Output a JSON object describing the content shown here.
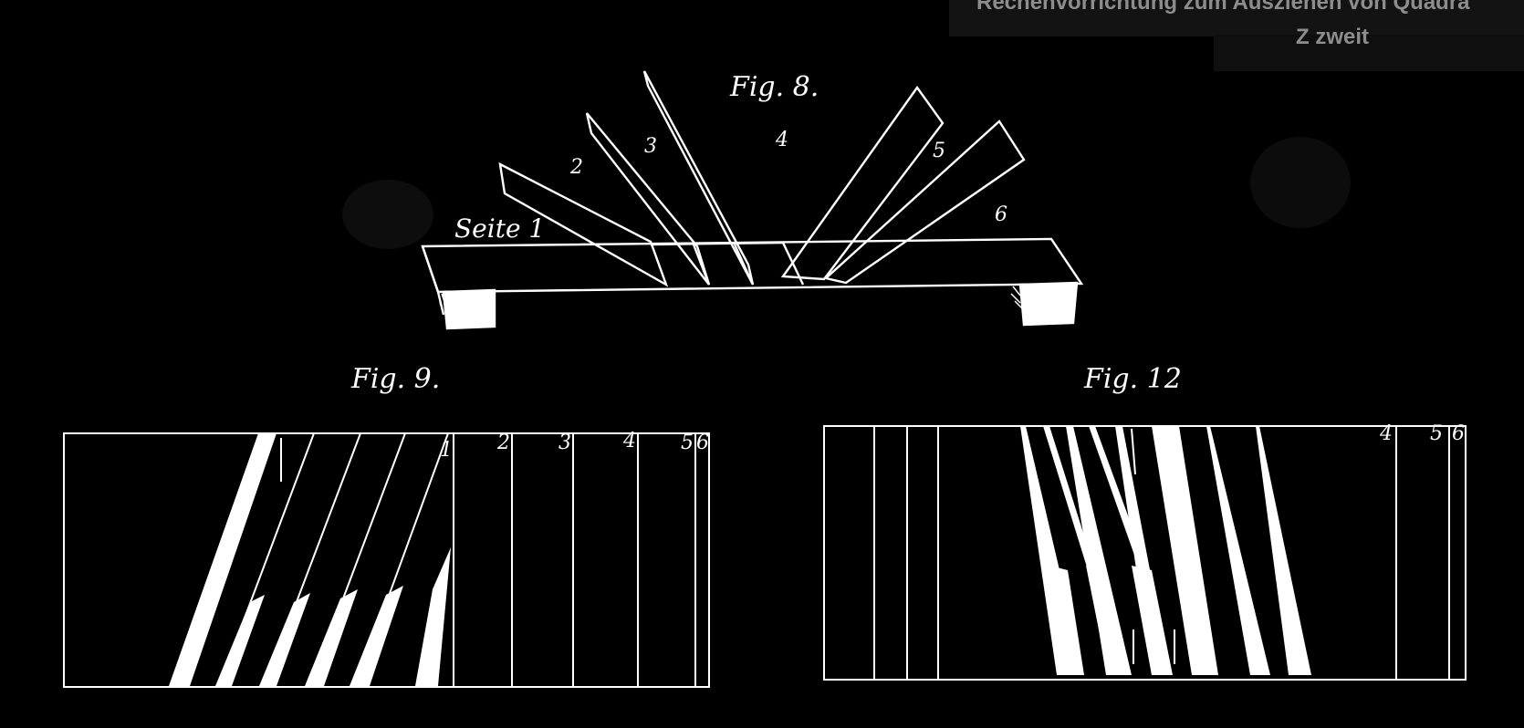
{
  "bleed_text": {
    "line1": "Rechenvorrichtung zum Ausziehen von Quadra",
    "line2": "Z            zweit"
  },
  "fig8": {
    "caption": "Fig. 8.",
    "side_label": "Seite 1",
    "labels": [
      "2",
      "3",
      "4",
      "5",
      "6"
    ]
  },
  "fig9": {
    "caption": "Fig. 9.",
    "labels": [
      "1",
      "2",
      "3",
      "4",
      "5",
      "6"
    ]
  },
  "fig12": {
    "caption": "Fig. 12",
    "labels": [
      "4",
      "5",
      "6"
    ]
  },
  "colors": {
    "background": "#000000",
    "ink": "#ffffff"
  }
}
